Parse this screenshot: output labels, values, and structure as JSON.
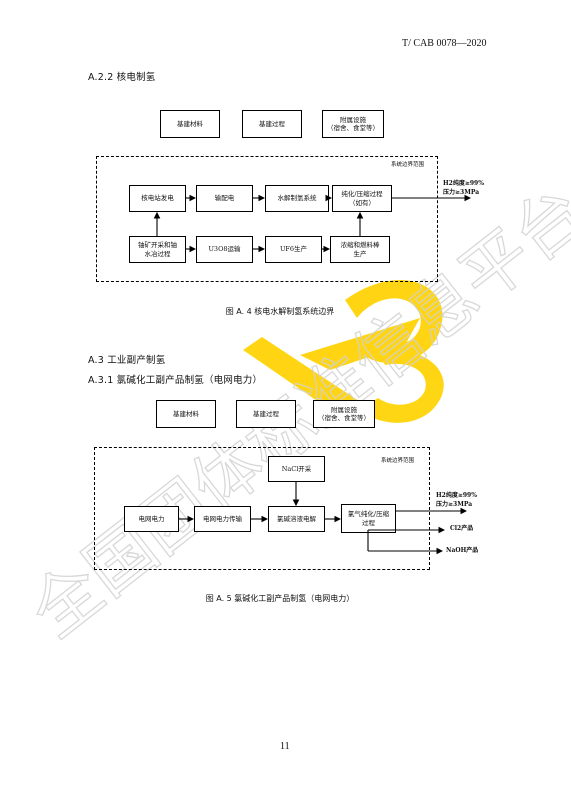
{
  "header": {
    "standard_no": "T/ CAB 0078—2020"
  },
  "section_a22": {
    "heading": "A.2.2  核电制氢"
  },
  "fig_a4": {
    "top_boxes": [
      "基建材料",
      "基建过程",
      "附属设施\n（宿舍、食堂等）"
    ],
    "boundary_label": "系统边界范围",
    "row1": [
      "核电站发电",
      "输配电",
      "水解制氢系统",
      "纯化/压缩过程\n（如有）"
    ],
    "row2": [
      "铀矿开采和铀\n水冶过程",
      "U3O8运输",
      "UF6生产",
      "浓缩和燃料棒\n生产"
    ],
    "output_h2": "H2纯度≥99%",
    "output_p": "压力≥3MPa",
    "caption": "图 A. 4  核电水解制氢系统边界"
  },
  "section_a3": {
    "heading": "A.3  工业副产制氢"
  },
  "section_a31": {
    "heading": "A.3.1  氯碱化工副产品制氢（电网电力）"
  },
  "fig_a5": {
    "top_boxes": [
      "基建材料",
      "基建过程",
      "附属设施\n（宿舍、食堂等）"
    ],
    "boundary_label": "系统边界范围",
    "nacl": "NaCl开采",
    "row": [
      "电网电力",
      "电网电力传输",
      "氯碱溶液电解",
      "氯气纯化/压缩\n过程"
    ],
    "output_h2": "H2纯度≥99%",
    "output_p": "压力≥3MPa",
    "output_cl2": "Cl2产品",
    "output_naoh": "NaOH产品",
    "caption": "图 A. 5  氯碱化工副产品制氢（电网电力）"
  },
  "watermark": {
    "text": "全国团体标准信息平台",
    "colors": {
      "logo": "#FFD200",
      "text": "#cfcfcf"
    }
  },
  "footer": {
    "page_number": "11"
  }
}
